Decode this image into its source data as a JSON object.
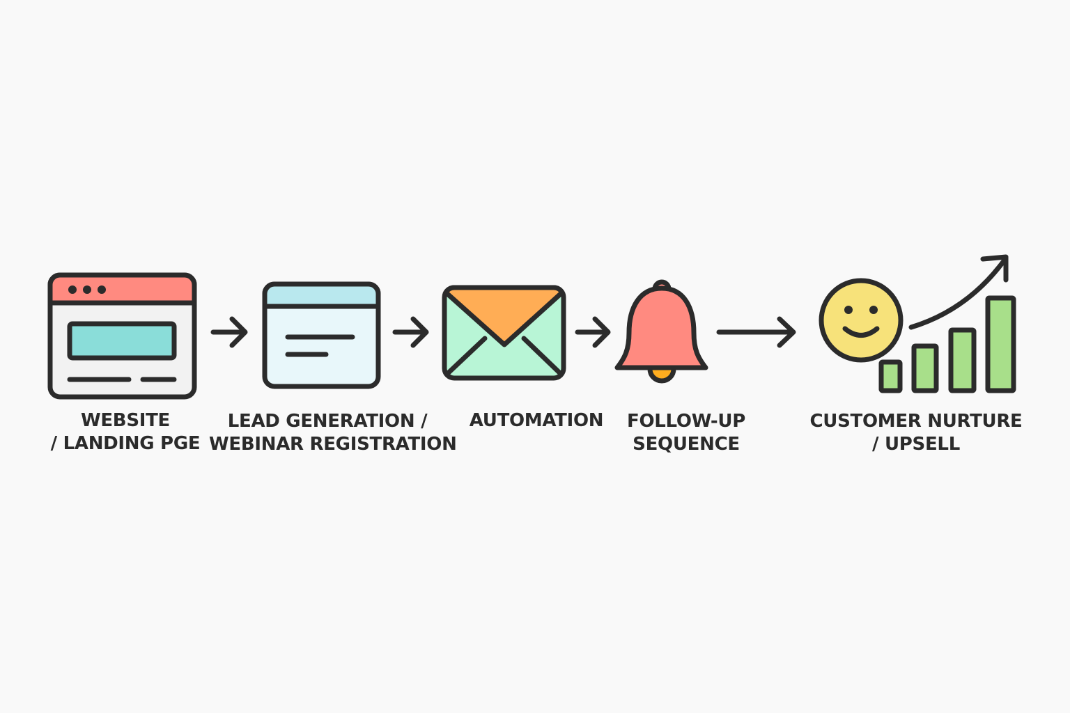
{
  "steps": [
    {
      "id": "website",
      "icon": "browser-window-icon",
      "line1": "WEBSITE",
      "line2": "/ LANDING PGE"
    },
    {
      "id": "lead-generation",
      "icon": "form-window-icon",
      "line1": "LEAD GENERATION /",
      "line2": "WEBINAR REGISTRATION"
    },
    {
      "id": "automation",
      "icon": "envelope-icon",
      "line1": "AUTOMATION",
      "line2": ""
    },
    {
      "id": "follow-up",
      "icon": "bell-icon",
      "line1": "FOLLOW-UP",
      "line2": "SEQUENCE"
    },
    {
      "id": "customer-nurture",
      "icon": "smiley-growth-chart-icon",
      "line1": "CUSTOMER NURTURE",
      "line2": "/ UPSELL"
    }
  ],
  "colors": {
    "stroke": "#2b2b2b",
    "background": "#f9f9f9",
    "browser_header": "#ff8a80",
    "browser_body": "#f2f2f2",
    "browser_banner": "#8addd9",
    "form_header": "#b9e8ee",
    "form_body": "#e8f7fa",
    "envelope_flap": "#ffad55",
    "envelope_body": "#b8f5d6",
    "bell": "#ff8a80",
    "bell_clapper": "#ffad1f",
    "smiley": "#f7e27a",
    "bars": "#a8df8a"
  }
}
